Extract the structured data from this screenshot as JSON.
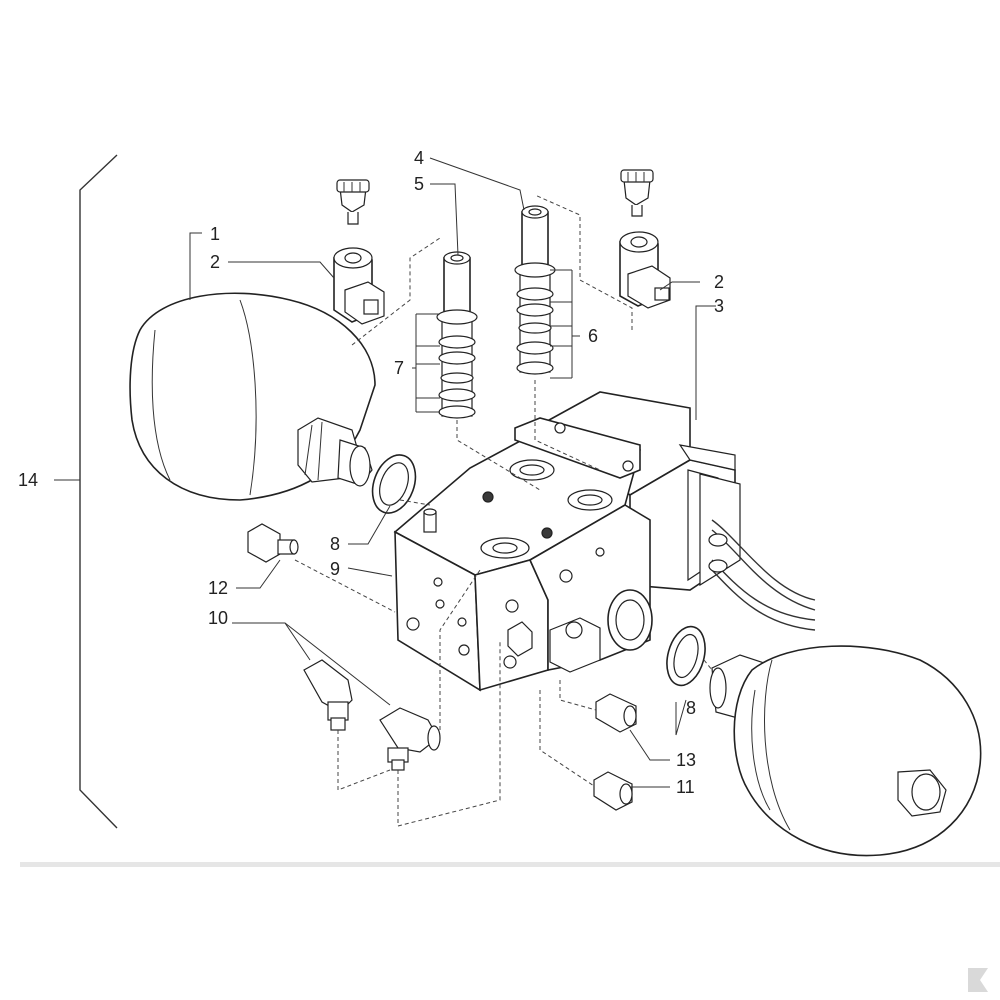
{
  "callouts": {
    "c1": "1",
    "c2_left": "2",
    "c2_right": "2",
    "c3": "3",
    "c4": "4",
    "c5": "5",
    "c6": "6",
    "c7": "7",
    "c8_left": "8",
    "c8_right": "8",
    "c9": "9",
    "c10": "10",
    "c11": "11",
    "c12": "12",
    "c13": "13",
    "c14": "14"
  },
  "colors": {
    "line": "#333333",
    "footer_rule": "#e6e6e6",
    "logo_mark": "#d9d9d9"
  }
}
